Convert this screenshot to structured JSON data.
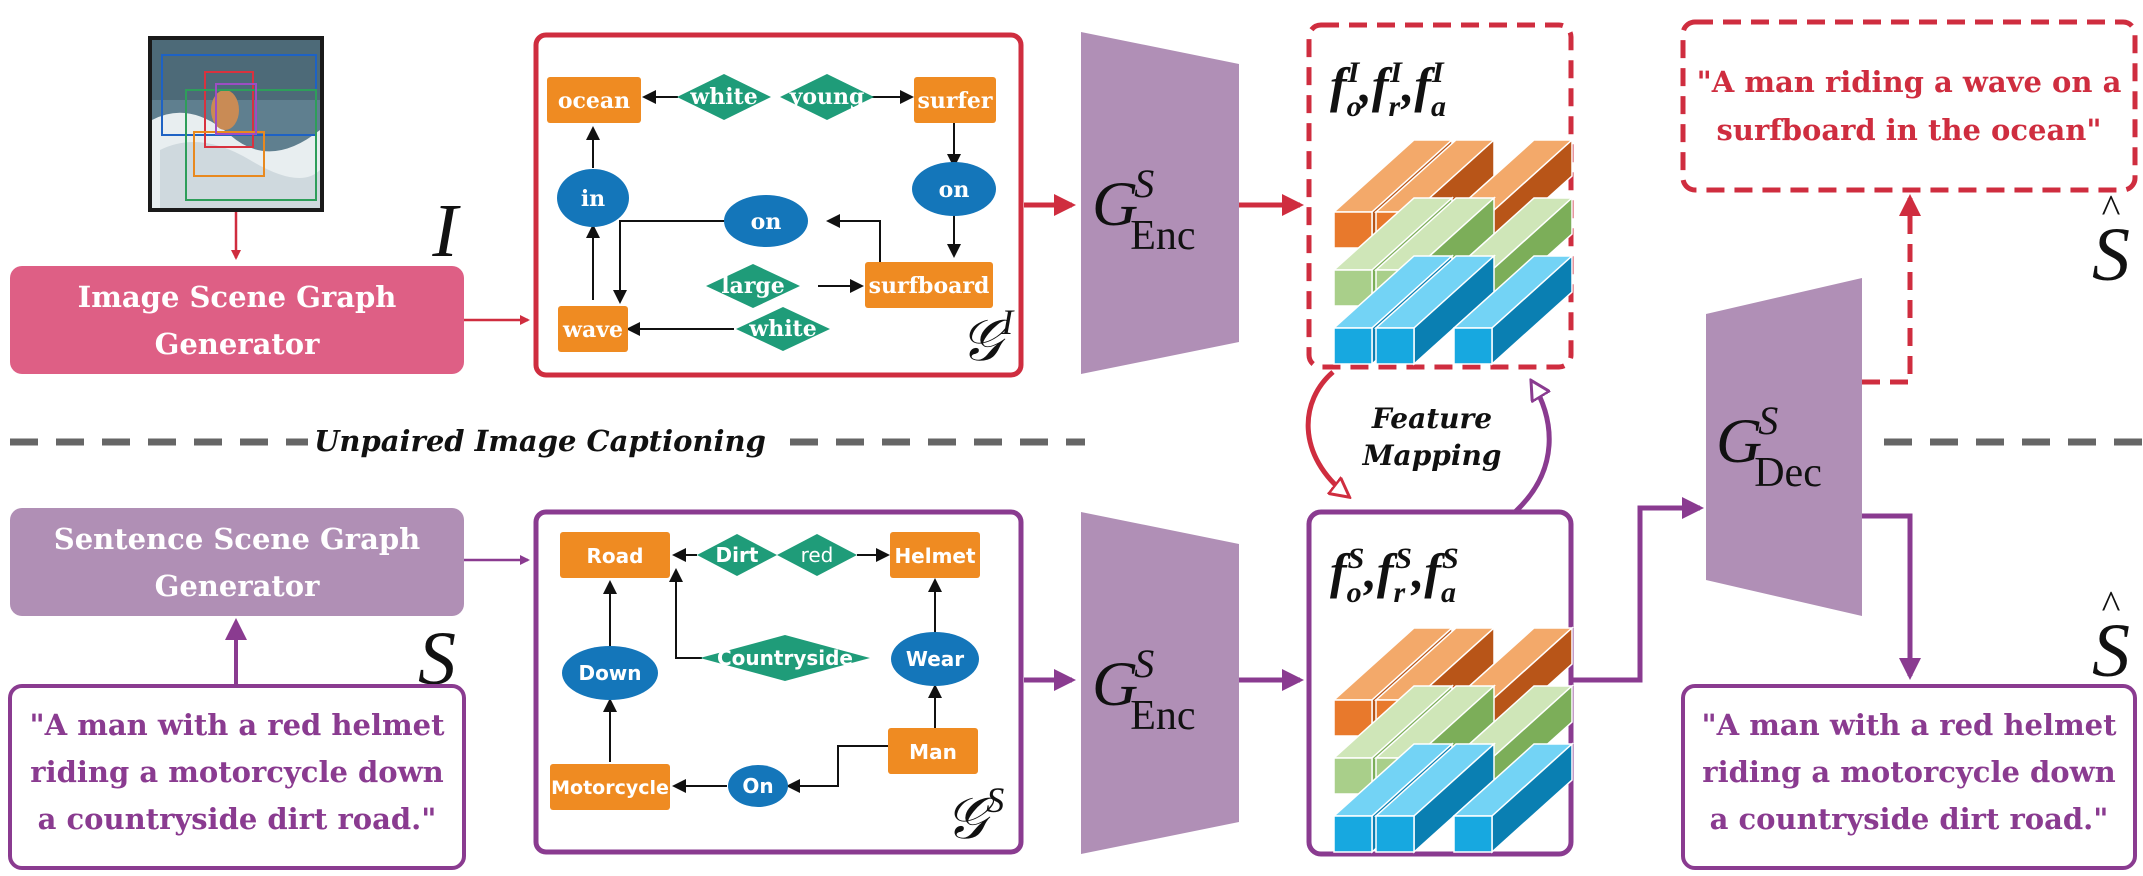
{
  "top": {
    "generator_label_l1": "Image Scene Graph",
    "generator_label_l2": "Generator",
    "input_symbol": "I",
    "graph_symbol": "𝒢",
    "graph_sup": "I",
    "graph_nodes": {
      "ocean": "ocean",
      "white1": "white",
      "young": "young",
      "surfer": "surfer",
      "in": "in",
      "on1": "on",
      "on2": "on",
      "large": "large",
      "surfboard": "surfboard",
      "wave": "wave",
      "white2": "white"
    },
    "encoder_main": "G",
    "encoder_sup": "S",
    "encoder_sub": "Enc",
    "features_sup": "I",
    "caption_l1": "\"A man riding a wave on a",
    "caption_l2": "surfboard in the ocean\"",
    "output_symbol": "S"
  },
  "middle": {
    "divider_label": "Unpaired Image Captioning",
    "mapping_l1": "Feature",
    "mapping_l2": "Mapping",
    "decoder_main": "G",
    "decoder_sup": "S",
    "decoder_sub": "Dec"
  },
  "bottom": {
    "generator_label_l1": "Sentence Scene Graph",
    "generator_label_l2": "Generator",
    "input_symbol": "S",
    "input_l1": "\"A man with a red helmet",
    "input_l2": "riding a motorcycle down",
    "input_l3": "a countryside dirt road.\"",
    "graph_symbol": "𝒢",
    "graph_sup": "S",
    "graph_nodes": {
      "road": "Road",
      "dirt": "Dirt",
      "red": "red",
      "helmet": "Helmet",
      "down": "Down",
      "countryside": "Countryside",
      "wear": "Wear",
      "man": "Man",
      "motorcycle": "Motorcycle",
      "on": "On"
    },
    "encoder_main": "G",
    "encoder_sup": "S",
    "encoder_sub": "Enc",
    "features_sup": "S",
    "output_symbol": "S",
    "output_l1": "\"A man with a red helmet",
    "output_l2": "riding a motorcycle down",
    "output_l3": "a countryside dirt road.\""
  },
  "colors": {
    "red": "#cf2d3f",
    "purple": "#8a3b90",
    "pink_box": "#de5f85",
    "lilac_box": "#b08fb5",
    "trapezoid": "#b08fb6",
    "orange_node": "#ef8b22",
    "blue_node": "#1476ba",
    "green_node": "#1f9c79",
    "divider": "#666666"
  },
  "icons": {
    "photo": "surfer-photo-thumbnail",
    "feature_cubes": "feature-cube-stack"
  }
}
